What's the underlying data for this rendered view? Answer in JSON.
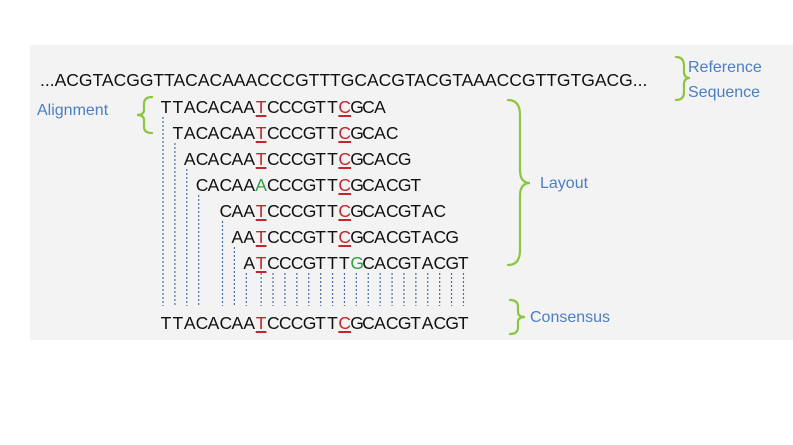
{
  "reference": {
    "sequence": "...ACGTACGGTTACACAAACCCGTTTGCACGTACGTAAACCGTTGTGACG...",
    "label_line1": "Reference",
    "label_line2": "Sequence"
  },
  "alignment_label": "Alignment",
  "layout_label": "Layout",
  "consensus_label": "Consensus",
  "reads": [
    {
      "sequence": "TTACACAATCCCGTTCGCA",
      "offset": 0,
      "mismatches": [
        {
          "index": 8,
          "color": "red"
        },
        {
          "index": 15,
          "color": "red"
        }
      ]
    },
    {
      "sequence": "TACACAATCCCGTTCGCAC",
      "offset": 1,
      "mismatches": [
        {
          "index": 7,
          "color": "red"
        },
        {
          "index": 14,
          "color": "red"
        }
      ]
    },
    {
      "sequence": "ACACAATCCCGTTCGCACG",
      "offset": 2,
      "mismatches": [
        {
          "index": 6,
          "color": "red"
        },
        {
          "index": 13,
          "color": "red"
        }
      ]
    },
    {
      "sequence": "CACAAACCCGTTCGCACGT",
      "offset": 3,
      "mismatches": [
        {
          "index": 5,
          "color": "green"
        },
        {
          "index": 12,
          "color": "red"
        }
      ]
    },
    {
      "sequence": "CAATCCCGTTCGCACGTAC",
      "offset": 5,
      "mismatches": [
        {
          "index": 3,
          "color": "red"
        },
        {
          "index": 10,
          "color": "red"
        }
      ]
    },
    {
      "sequence": "AATCCCGTTCGCACGTACG",
      "offset": 6,
      "mismatches": [
        {
          "index": 2,
          "color": "red"
        },
        {
          "index": 9,
          "color": "red"
        }
      ]
    },
    {
      "sequence": "ATCCCGTTTGCACGTACGT",
      "offset": 7,
      "mismatches": [
        {
          "index": 1,
          "color": "red"
        },
        {
          "index": 9,
          "color": "green"
        }
      ]
    }
  ],
  "consensus": {
    "sequence": "TTACACAATCCCGTTCGCACGTACGT",
    "mismatches": [
      {
        "index": 8,
        "color": "red"
      },
      {
        "index": 15,
        "color": "red"
      }
    ]
  },
  "colors": {
    "mismatch_red": "#c0262b",
    "match_green": "#2e9e44",
    "label_blue": "#4a7fc1",
    "bracket_green": "#8cc63f",
    "dotted_line": "#4a6fa5"
  }
}
